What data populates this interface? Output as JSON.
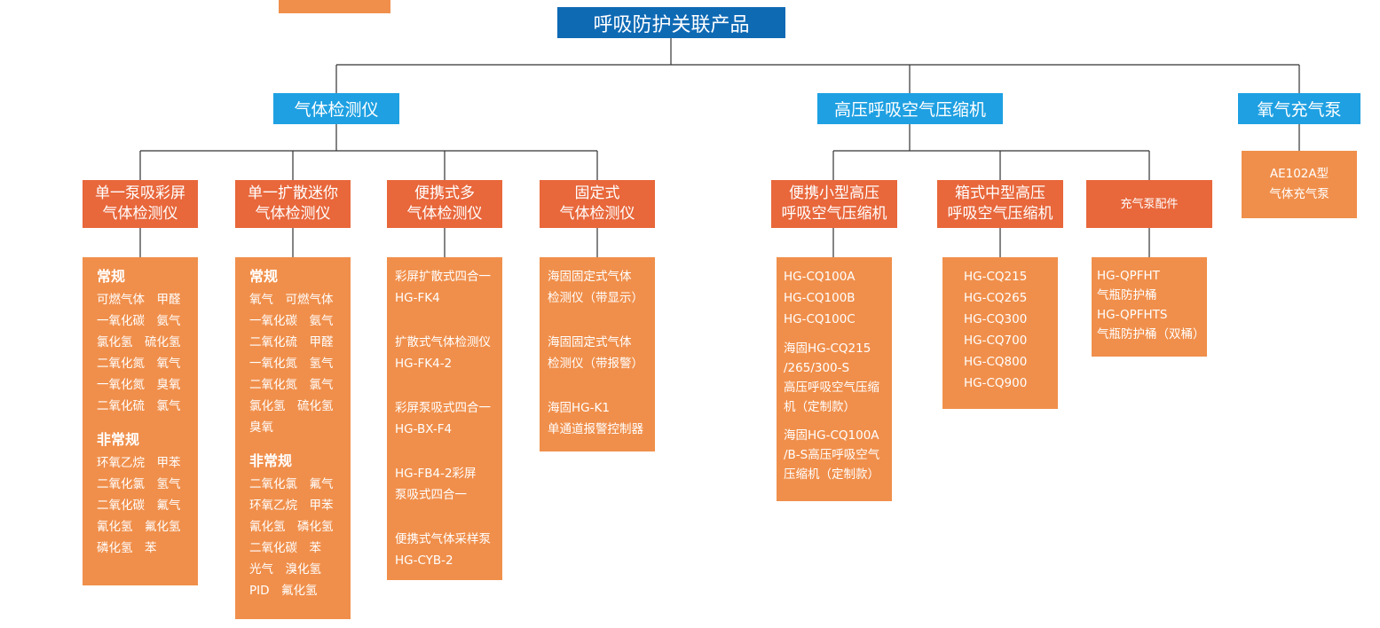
{
  "colors": {
    "root": "#0f6ab4",
    "category": "#1ea0e2",
    "subcategory": "#e8673b",
    "product": "#f08f4b",
    "connector": "#333333"
  },
  "clipped_top_box": "",
  "root": {
    "label": "呼吸防护关联产品"
  },
  "categories": [
    {
      "label": "气体检测仪"
    },
    {
      "label": "高压呼吸空气压缩机"
    },
    {
      "label": "氧气充气泵"
    }
  ],
  "subcategories": [
    {
      "line1": "单一泵吸彩屏",
      "line2": "气体检测仪"
    },
    {
      "line1": "单一扩散迷你",
      "line2": "气体检测仪"
    },
    {
      "line1": "便携式多",
      "line2": "气体检测仪"
    },
    {
      "line1": "固定式",
      "line2": "气体检测仪"
    },
    {
      "line1": "便携小型高压",
      "line2": "呼吸空气压缩机"
    },
    {
      "line1": "箱式中型高压",
      "line2": "呼吸空气压缩机"
    },
    {
      "line1": "充气泵配件",
      "line2": ""
    }
  ],
  "products": {
    "pump_color": {
      "regular_title": "常规",
      "regular_lines": [
        "可燃气体　甲醛",
        "一氧化碳　氨气",
        "氯化氢　硫化氢",
        "二氧化氮　氧气",
        "一氧化氮　臭氧",
        "二氧化硫　氯气"
      ],
      "irregular_title": "非常规",
      "irregular_lines": [
        "环氧乙烷　甲苯",
        "二氧化氯　氢气",
        "二氧化碳　氟气",
        "氰化氢　氟化氢",
        "磷化氢　苯"
      ]
    },
    "diffusion_mini": {
      "regular_title": "常规",
      "regular_lines": [
        "氧气　可燃气体",
        "一氧化碳　氨气",
        "二氧化硫　甲醛",
        "一氧化氮　氢气",
        "二氧化氮　氯气",
        "氯化氢　硫化氢",
        "臭氧"
      ],
      "irregular_title": "非常规",
      "irregular_lines": [
        "二氧化氯　氟气",
        "环氧乙烷　甲苯",
        "氰化氢　磷化氢",
        "二氧化碳　苯",
        "光气　溴化氢",
        "PID　氟化氢"
      ]
    },
    "portable_multi": [
      [
        "彩屏扩散式四合一",
        "HG-FK4"
      ],
      [
        "扩散式气体检测仪",
        "HG-FK4-2"
      ],
      [
        "彩屏泵吸式四合一",
        "HG-BX-F4"
      ],
      [
        "HG-FB4-2彩屏",
        "泵吸式四合一"
      ],
      [
        "便携式气体采样泵",
        "HG-CYB-2"
      ]
    ],
    "fixed": [
      [
        "海固固定式气体",
        "检测仪（带显示）"
      ],
      [
        "海固固定式气体",
        "检测仪（带报警）"
      ],
      [
        "海固HG-K1",
        "单通道报警控制器"
      ]
    ],
    "small_compressor": {
      "models": [
        "HG-CQ100A",
        "HG-CQ100B",
        "HG-CQ100C"
      ],
      "custom1": [
        "海固HG-CQ215",
        "/265/300-S",
        "高压呼吸空气压缩",
        "机（定制款）"
      ],
      "custom2": [
        "海固HG-CQ100A",
        "/B-S高压呼吸空气",
        "压缩机（定制款）"
      ]
    },
    "box_compressor": [
      "HG-CQ215",
      "HG-CQ265",
      "HG-CQ300",
      "HG-CQ700",
      "HG-CQ800",
      "HG-CQ900"
    ],
    "pump_accessories": [
      "HG-QPFHT",
      "气瓶防护桶",
      "HG-QPFHTS",
      "气瓶防护桶（双桶）"
    ],
    "oxygen_pump": [
      "AE102A型",
      "气体充气泵"
    ]
  }
}
